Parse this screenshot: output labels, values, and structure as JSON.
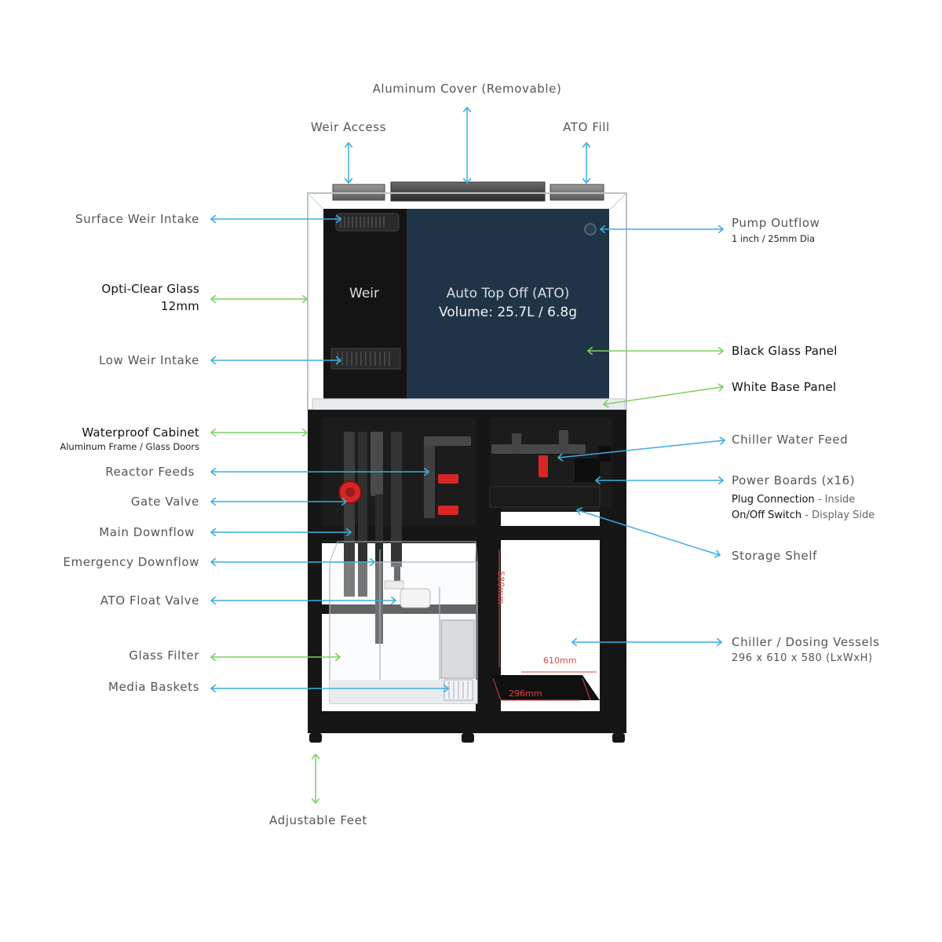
{
  "colors": {
    "arrow_blue": "#3aaee0",
    "arrow_green": "#7bd15f",
    "frame_black": "#161616",
    "glass_panel": "#1f3447",
    "dimension_red": "#e04646",
    "valve_red": "#d82626"
  },
  "labels": {
    "aluminum_cover": "Aluminum Cover (Removable)",
    "weir_access": "Weir Access",
    "ato_fill": "ATO Fill",
    "surface_weir_intake": "Surface Weir Intake",
    "opti_clear_glass": "Opti-Clear Glass",
    "opti_clear_glass_thickness": "12mm",
    "low_weir_intake": "Low Weir Intake",
    "waterproof_cabinet": "Waterproof Cabinet",
    "waterproof_cabinet_sub": "Aluminum Frame / Glass Doors",
    "reactor_feeds": "Reactor Feeds",
    "gate_valve": "Gate Valve",
    "main_downflow": "Main Downflow",
    "emergency_downflow": "Emergency Downflow",
    "ato_float_valve": "ATO Float Valve",
    "glass_filter": "Glass Filter",
    "media_baskets": "Media Baskets",
    "adjustable_feet": "Adjustable Feet",
    "pump_outflow": "Pump Outflow",
    "pump_outflow_sub": "1 inch / 25mm Dia",
    "black_glass_panel": "Black Glass Panel",
    "white_base_panel": "White Base Panel",
    "chiller_water_feed": "Chiller Water Feed",
    "power_boards": "Power Boards (x16)",
    "plug_connection_key": "Plug Connection",
    "plug_connection_val": " - Inside",
    "onoff_switch_key": "On/Off Switch",
    "onoff_switch_val": " - Display Side",
    "storage_shelf": "Storage Shelf",
    "chiller_dosing": "Chiller / Dosing Vessels",
    "chiller_dosing_sub": "296 x 610 x 580 (LxWxH)"
  },
  "tank_text": {
    "weir": "Weir",
    "ato_title": "Auto Top Off (ATO)",
    "ato_volume": "Volume: 25.7L / 6.8g"
  },
  "dimensions": {
    "height": "580mm",
    "width": "610mm",
    "depth": "296mm"
  }
}
